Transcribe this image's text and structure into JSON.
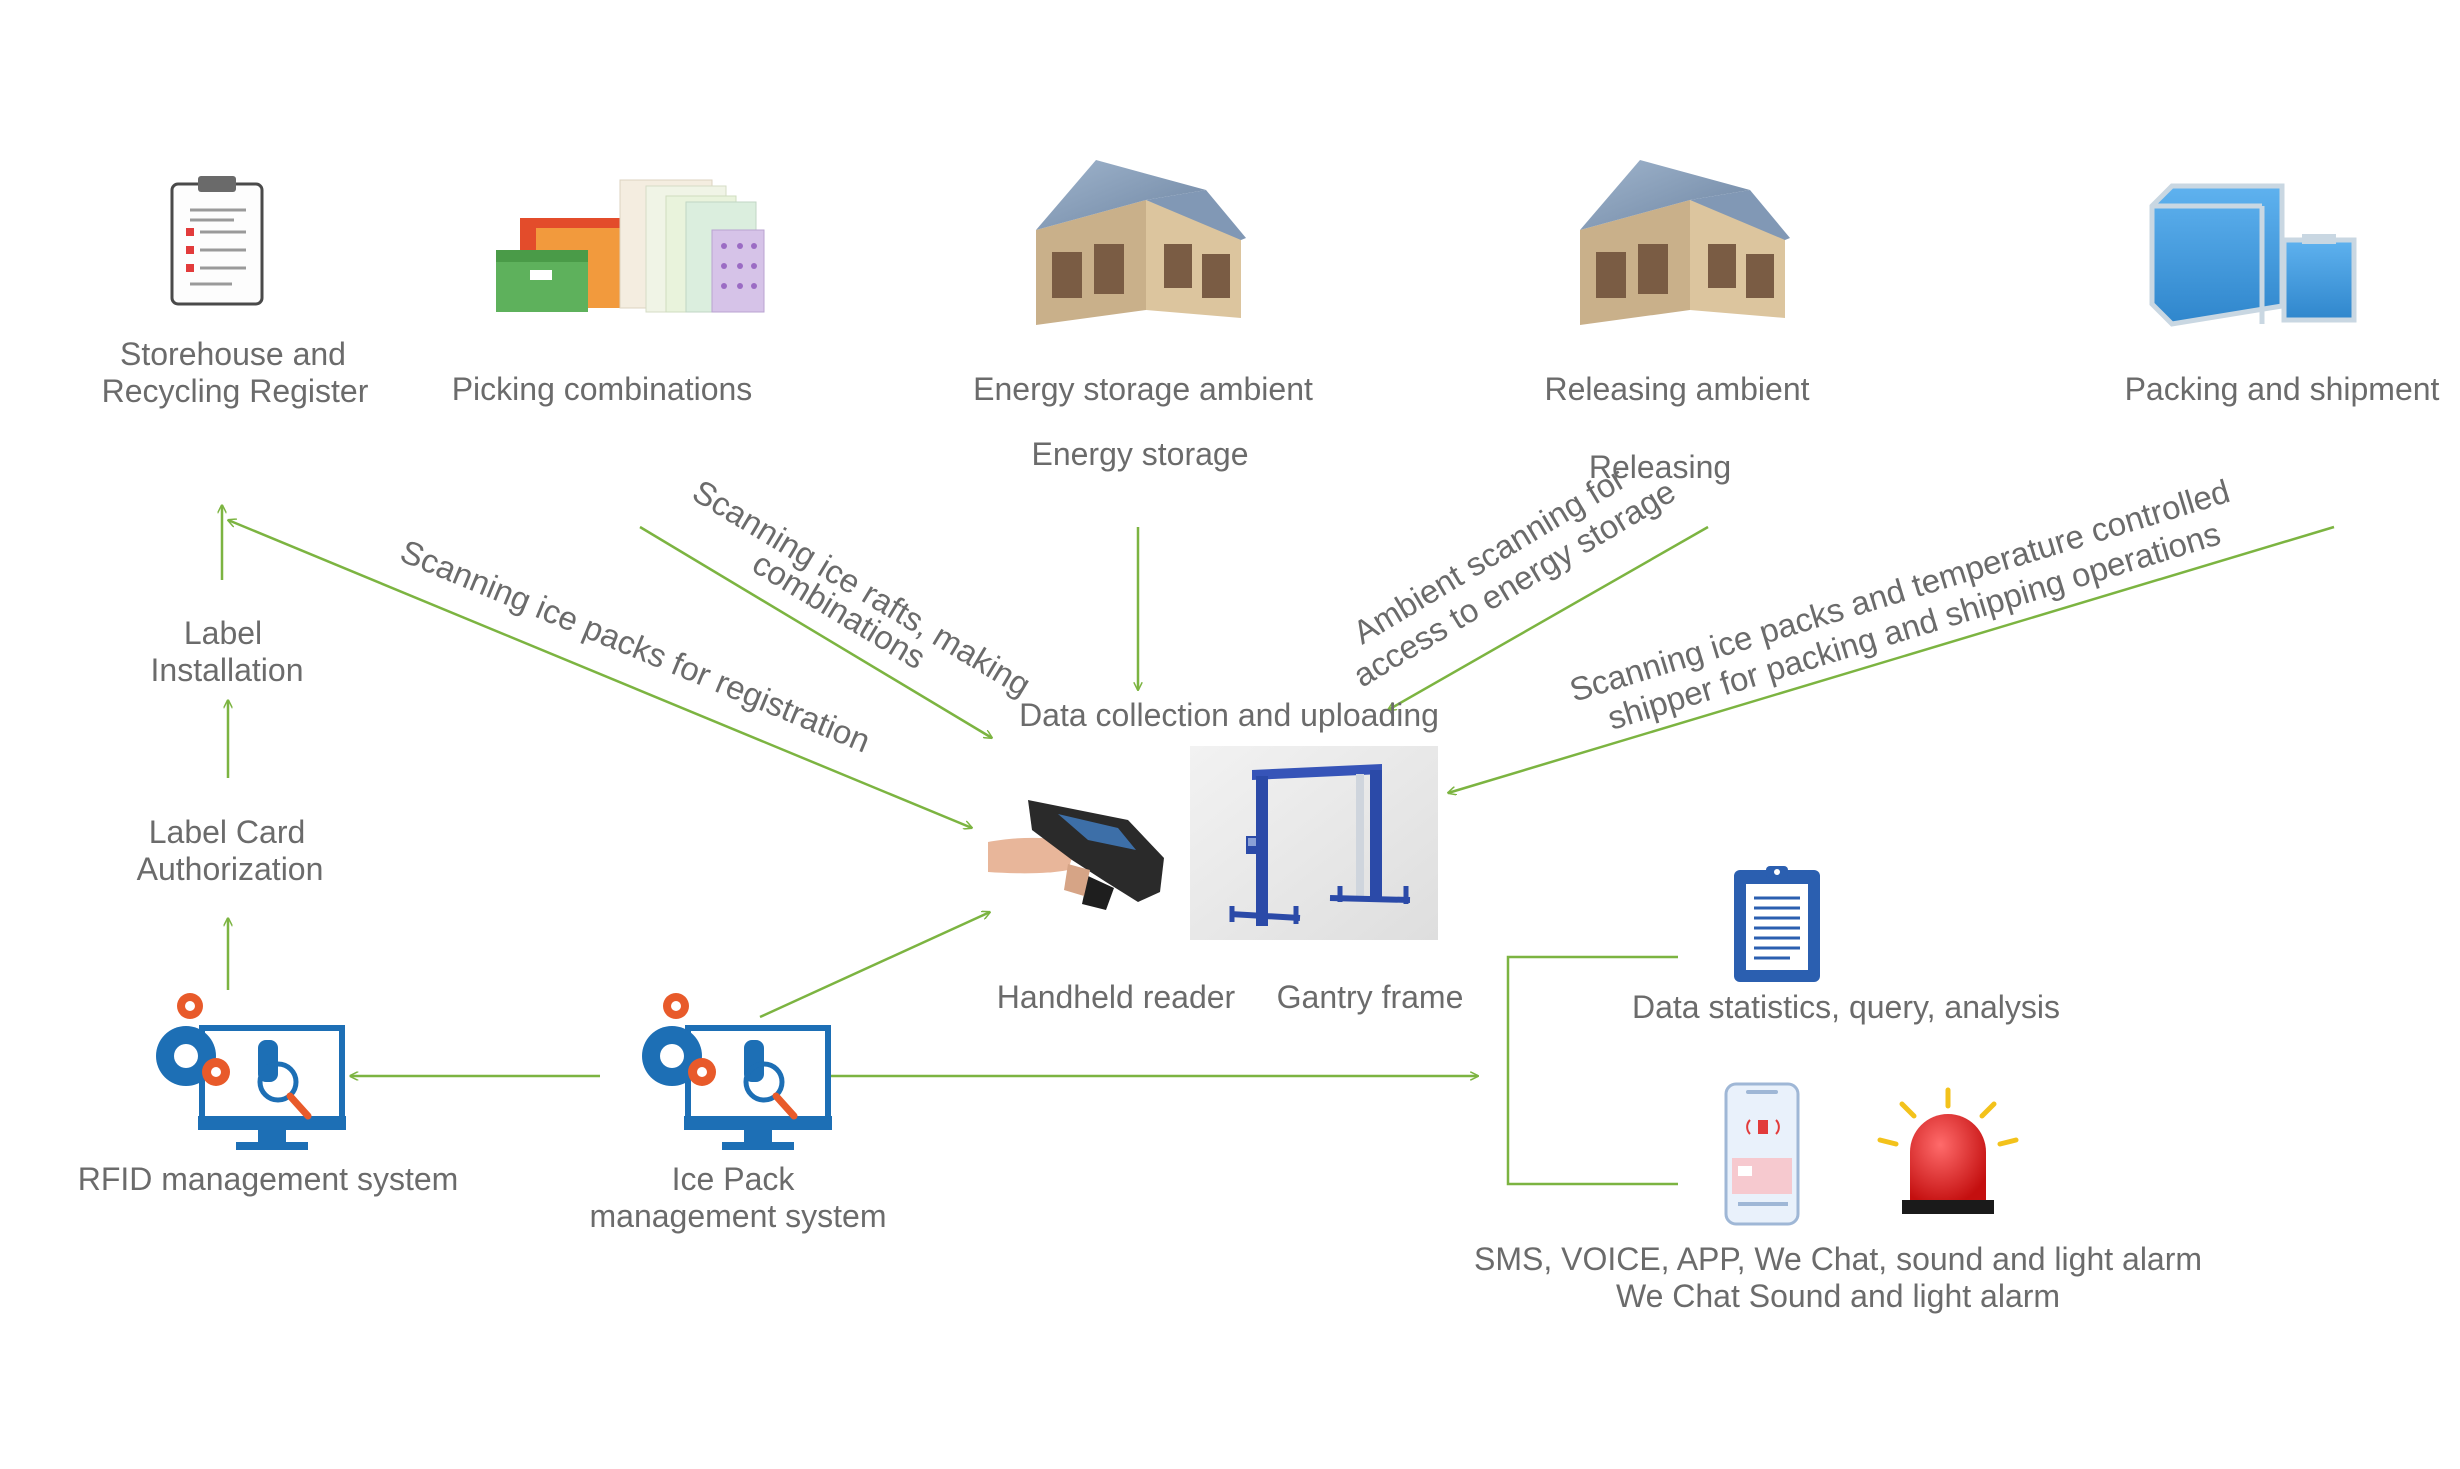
{
  "colors": {
    "arrow": "#7cb441",
    "text": "#6b6b6b",
    "monitor_blue": "#1d6fb5",
    "gear_orange": "#e85a2a",
    "gantry_blue": "#2b4aa8",
    "case_blue": "#3d9be0",
    "alarm_red": "#e01b1b"
  },
  "top_row": {
    "storehouse": {
      "line1": "Storehouse and",
      "line2": "Recycling Register",
      "icon": "clipboard-checklist-icon"
    },
    "picking": {
      "label": "Picking combinations",
      "icon": "boxes-and-ice-packs-icon"
    },
    "energy_storage_ambient": {
      "label": "Energy storage ambient",
      "icon": "warehouse-icon"
    },
    "releasing_ambient": {
      "label": "Releasing ambient",
      "icon": "warehouse-icon"
    },
    "packing_shipment": {
      "label": "Packing and shipment",
      "icon": "shipping-case-icon"
    }
  },
  "flow_labels": {
    "energy_storage": "Energy storage",
    "releasing": "Releasing",
    "scan_registration": "Scanning ice packs for registration",
    "scan_rafts_line1": "Scanning ice rafts, making",
    "scan_rafts_line2": "combinations",
    "ambient_line1": "Ambient scanning for",
    "ambient_line2": "access to energy storage",
    "shipper_line1": "Scanning ice packs and temperature controlled",
    "shipper_line2": "shipper for packing and shipping operations",
    "data_collection": "Data collection and uploading"
  },
  "left_column": {
    "label_installation_line1": "Label",
    "label_installation_line2": "Installation",
    "label_card_line1": "Label Card",
    "label_card_line2": "Authorization"
  },
  "devices": {
    "handheld": {
      "label": "Handheld reader",
      "icon": "handheld-rfid-reader-icon"
    },
    "gantry": {
      "label": "Gantry frame",
      "icon": "gantry-frame-icon"
    }
  },
  "systems": {
    "rfid": {
      "label": "RFID management system",
      "icon": "monitor-gears-icon"
    },
    "icepack": {
      "line1": "Ice Pack",
      "line2": "management system",
      "icon": "monitor-gears-icon"
    }
  },
  "outputs": {
    "statistics": {
      "label": "Data statistics, query, analysis",
      "icon": "report-clipboard-icon"
    },
    "alarm": {
      "line1": "SMS, VOICE, APP, We Chat, sound and light alarm",
      "line2": "We Chat Sound and light alarm",
      "icons": [
        "smartphone-icon",
        "alarm-light-icon"
      ]
    }
  }
}
